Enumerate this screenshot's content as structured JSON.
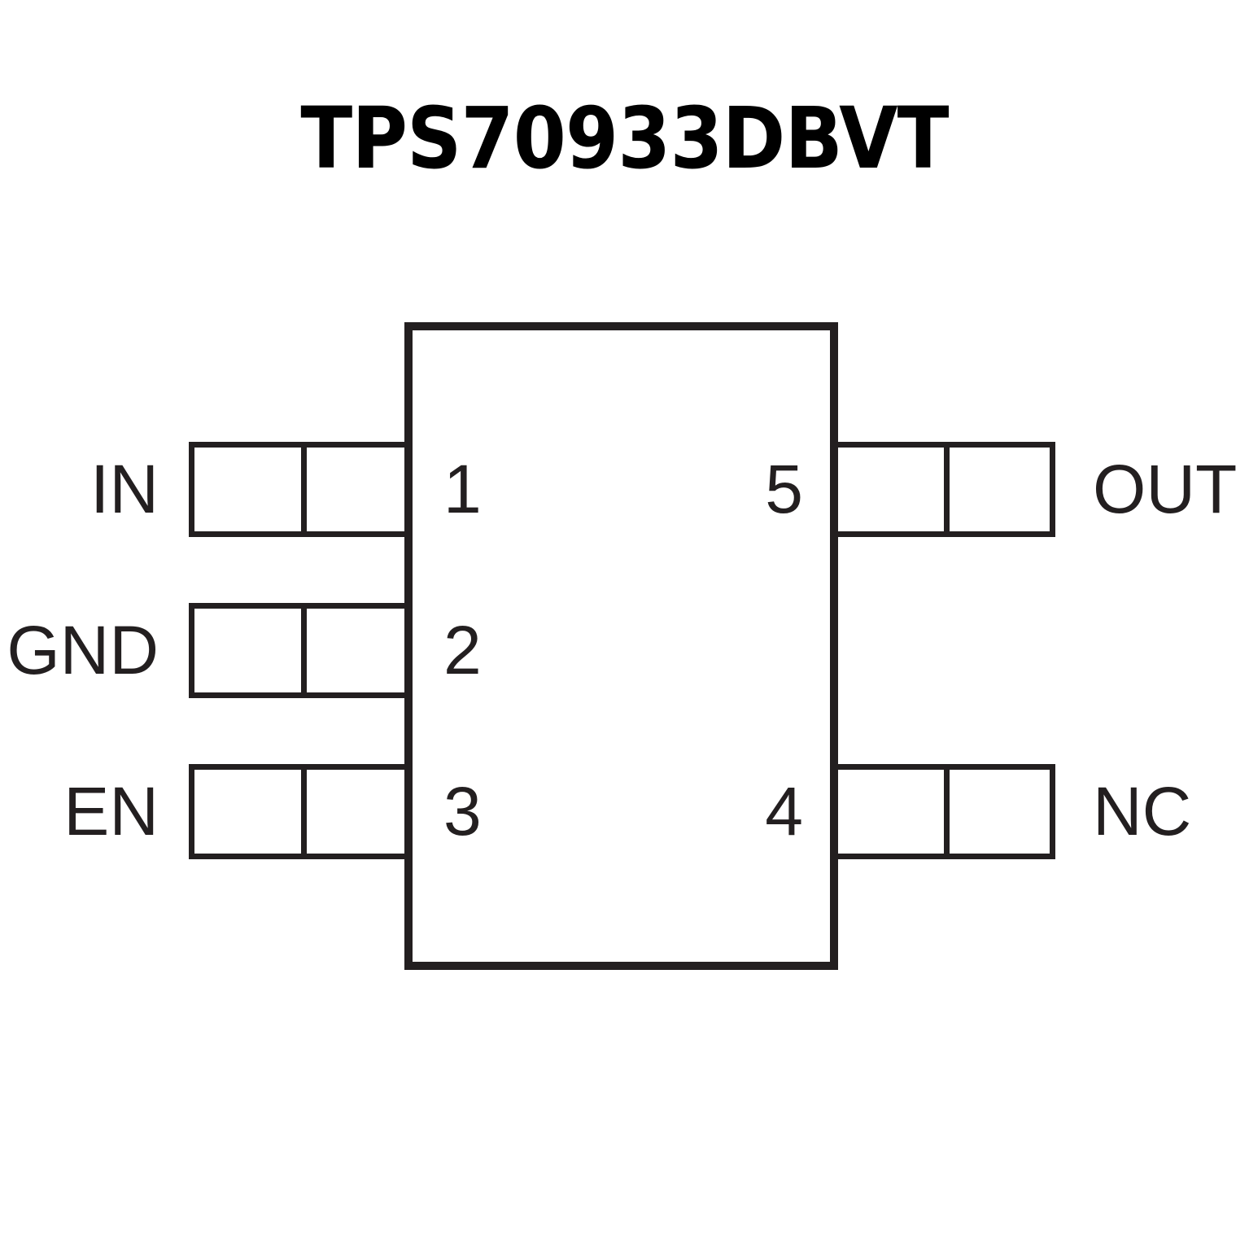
{
  "title": "TPS70933DBVT",
  "colors": {
    "title_ink": "#000000",
    "line_ink": "#231f20",
    "background": "#ffffff"
  },
  "package": {
    "body_label": "",
    "pins": {
      "left": [
        {
          "number": "1",
          "name": "IN"
        },
        {
          "number": "2",
          "name": "GND"
        },
        {
          "number": "3",
          "name": "EN"
        }
      ],
      "right": [
        {
          "number": "5",
          "name": "OUT",
          "row": 1
        },
        {
          "number": "4",
          "name": "NC",
          "row": 3
        }
      ]
    }
  }
}
